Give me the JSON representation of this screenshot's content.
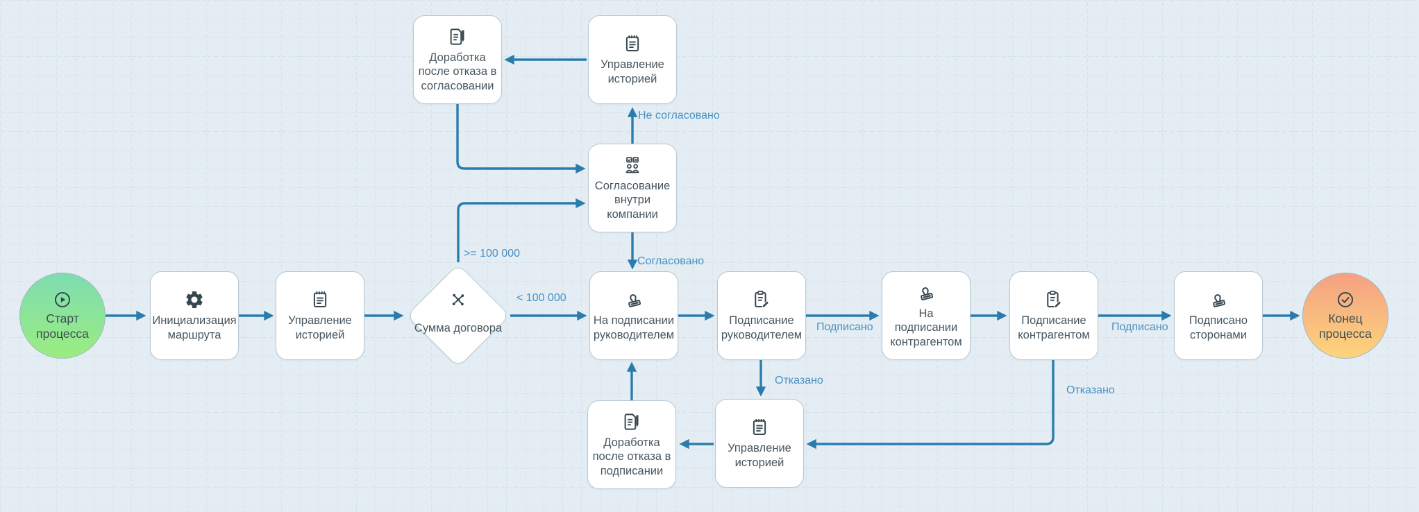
{
  "nodes": {
    "start": {
      "label": "Старт процесса",
      "icon": "play-circle-icon"
    },
    "init_route": {
      "label": "Инициализация маршрута",
      "icon": "gear-icon"
    },
    "history_main": {
      "label": "Управление историей",
      "icon": "notepad-icon"
    },
    "gateway_amount": {
      "label": "Сумма договора",
      "icon": "route-split-icon"
    },
    "rework_approval": {
      "label": "Доработка после отказа в согласовании",
      "icon": "document-edit-icon"
    },
    "history_top": {
      "label": "Управление историей",
      "icon": "notepad-icon"
    },
    "approval_internal": {
      "label": "Согласование внутри компании",
      "icon": "people-vote-icon"
    },
    "on_signing_manager": {
      "label": "На подписании руководителем",
      "icon": "stamp-icon"
    },
    "signing_manager": {
      "label": "Подписание руководителем",
      "icon": "clipboard-signature-icon"
    },
    "on_signing_counterparty": {
      "label": "На подписании контрагентом",
      "icon": "stamp-icon"
    },
    "signing_counterparty": {
      "label": "Подписание контрагентом",
      "icon": "clipboard-signature-icon"
    },
    "signed_parties": {
      "label": "Подписано сторонами",
      "icon": "stamp-icon"
    },
    "history_bottom": {
      "label": "Управление историей",
      "icon": "notepad-icon"
    },
    "rework_signing": {
      "label": "Доработка после отказа в подписании",
      "icon": "document-edit-icon"
    },
    "end": {
      "label": "Конец процесса",
      "icon": "check-circle-icon"
    }
  },
  "edge_labels": {
    "gte_100000": ">= 100 000",
    "lt_100000": "< 100 000",
    "not_approved": "Не согласовано",
    "approved": "Согласовано",
    "signed_manager": "Подписано",
    "signed_counterparty": "Подписано",
    "rejected_manager": "Отказано",
    "rejected_counterparty": "Отказано"
  },
  "colors": {
    "bg": "#e4edf3",
    "grid": "#c9d8e2",
    "edge": "#2b7cad",
    "elabel": "#4a90c2",
    "node-border": "#b7c9d4",
    "node-text": "#47565f",
    "icon": "#37474f",
    "start-top": "#7edcb0",
    "start-bottom": "#9bed80",
    "end-top": "#f5a082",
    "end-bottom": "#fcd57c"
  }
}
